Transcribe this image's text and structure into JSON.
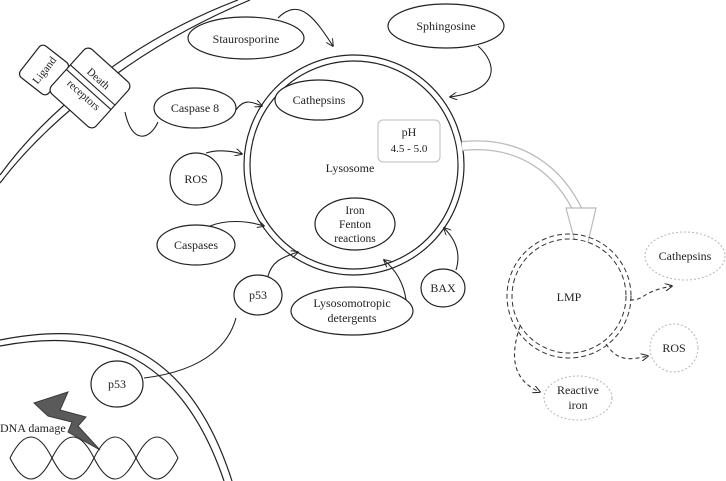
{
  "nodes": {
    "ligand": "Ligand",
    "death_receptors": [
      "Death",
      "receptors"
    ],
    "staurosporine": "Staurosporine",
    "sphingosine": "Sphingosine",
    "caspase8": "Caspase 8",
    "cathepsins_inner": "Cathepsins",
    "ph": [
      "pH",
      "4.5 - 5.0"
    ],
    "lysosome": "Lysosome",
    "ros_left": "ROS",
    "iron_fenton": [
      "Iron",
      "Fenton",
      "reactions"
    ],
    "caspases": "Caspases",
    "p53_upper": "p53",
    "lysosomotropic": [
      "Lysosomotropic",
      "detergents"
    ],
    "bax": "BAX",
    "lmp": "LMP",
    "cathepsins_out": "Cathepsins",
    "ros_out": "ROS",
    "reactive_iron": [
      "Reactive",
      "iron"
    ],
    "p53_lower": "p53",
    "dna_damage": "DNA damage"
  },
  "colors": {
    "stroke": "#222222",
    "light_stroke": "#aaaaaa",
    "lightning": "#5a5a5a"
  },
  "icons": {
    "dna": "dna-helix-icon",
    "lightning": "lightning-bolt-icon"
  }
}
